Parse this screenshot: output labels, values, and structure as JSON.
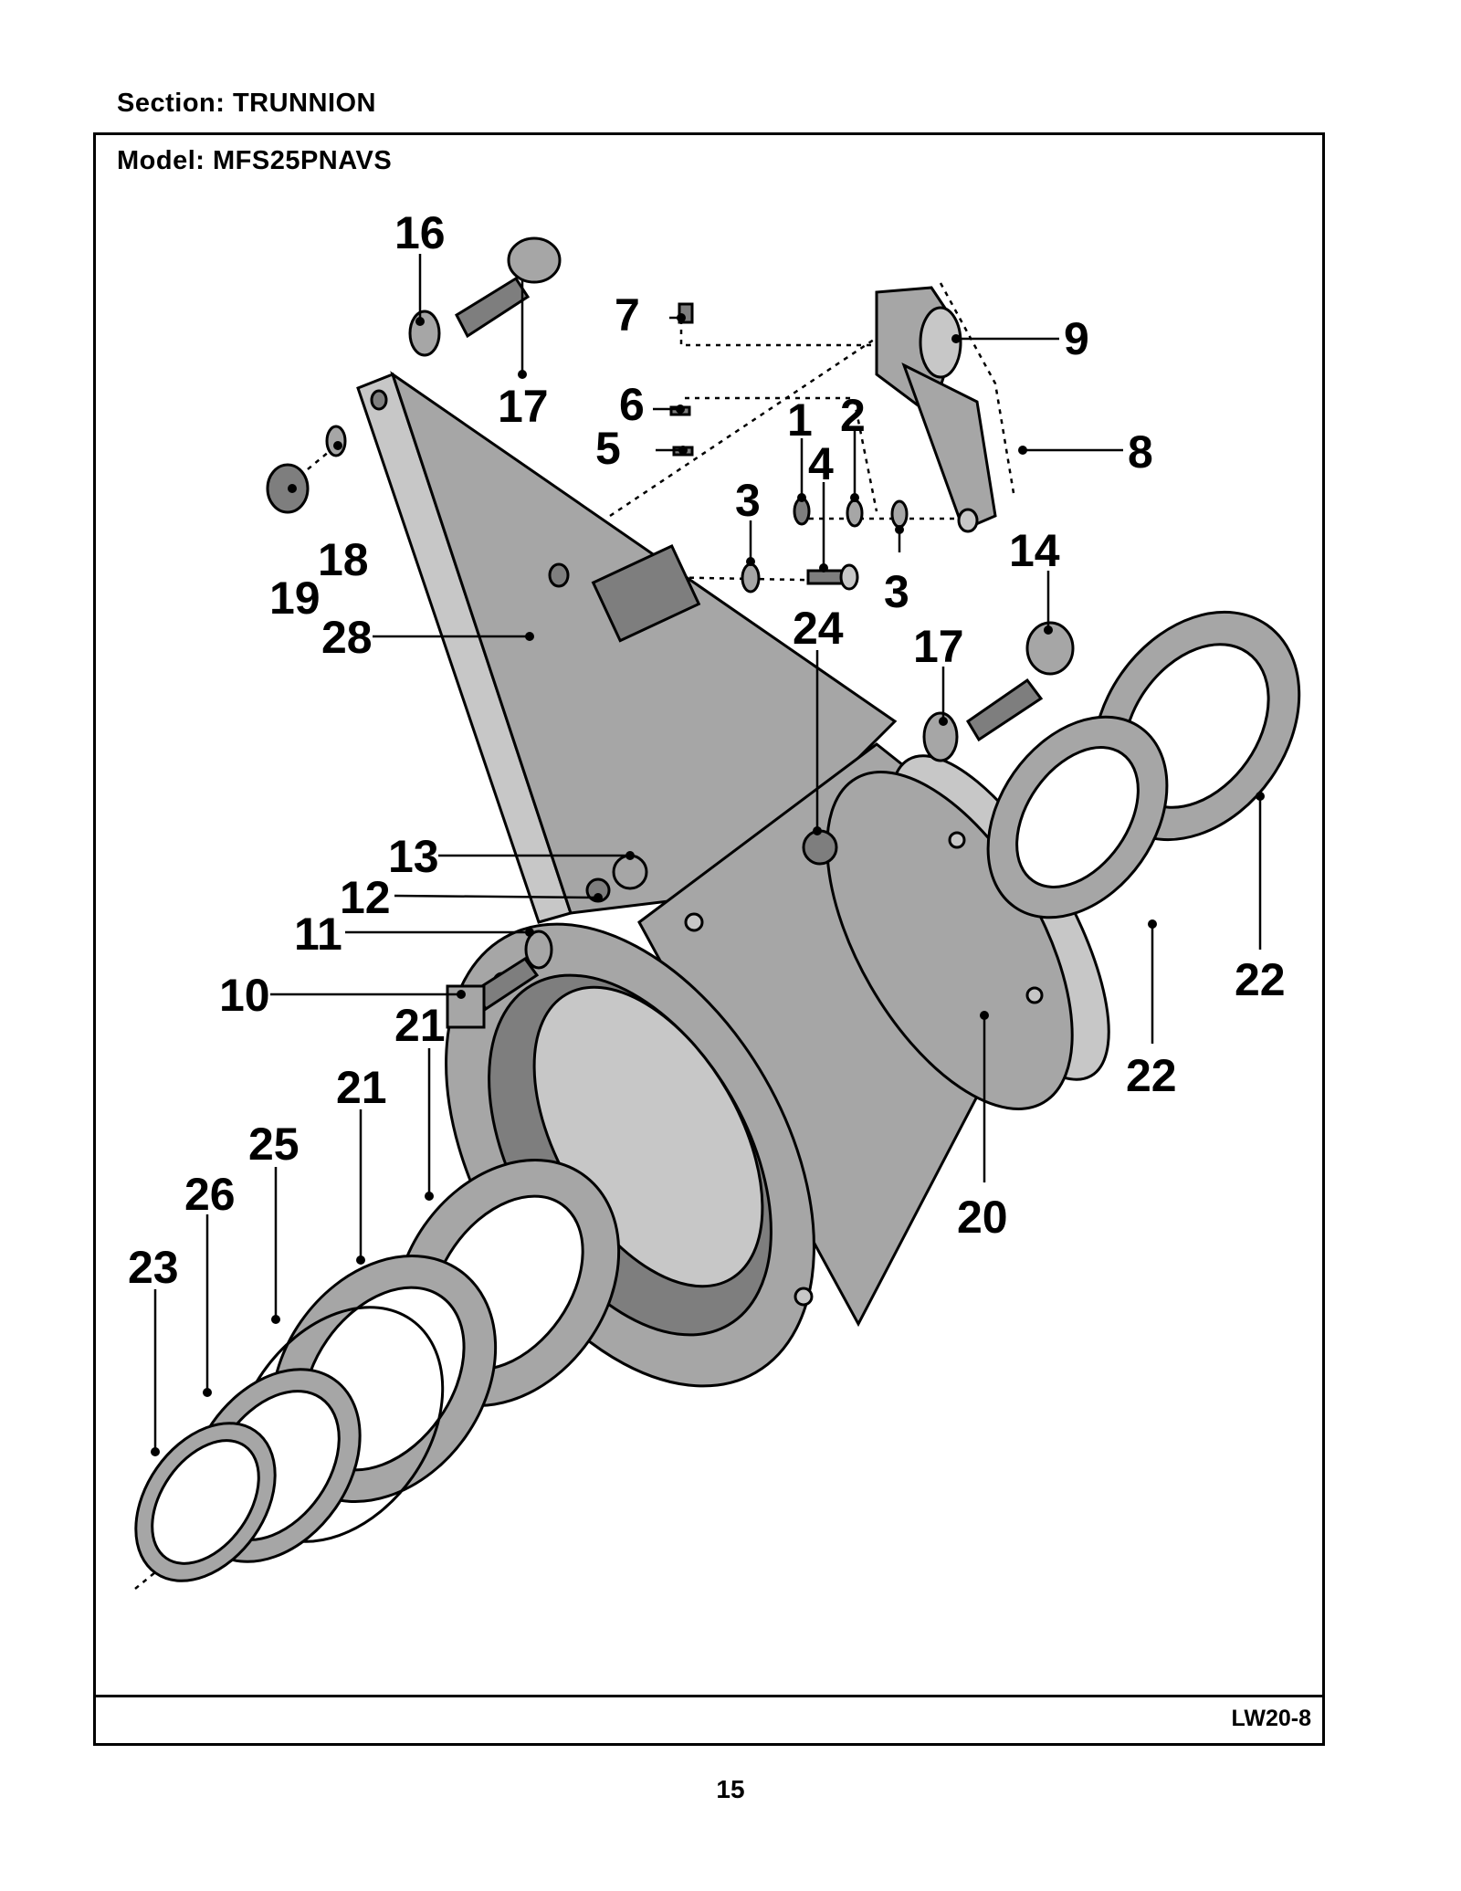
{
  "header": {
    "section": "Section:  TRUNNION",
    "model": "Model:  MFS25PNAVS"
  },
  "footer": {
    "drawing_code": "LW20-8",
    "page_number": "15"
  },
  "callouts": {
    "c1": "1",
    "c2": "2",
    "c3a": "3",
    "c3b": "3",
    "c4": "4",
    "c5": "5",
    "c6": "6",
    "c7": "7",
    "c8": "8",
    "c9": "9",
    "c10": "10",
    "c11": "11",
    "c12": "12",
    "c13": "13",
    "c14": "14",
    "c16": "16",
    "c17a": "17",
    "c17b": "17",
    "c18": "18",
    "c19": "19",
    "c20": "20",
    "c21a": "21",
    "c21b": "21",
    "c22a": "22",
    "c22b": "22",
    "c23": "23",
    "c24": "24",
    "c25": "25",
    "c26": "26",
    "c28": "28"
  }
}
